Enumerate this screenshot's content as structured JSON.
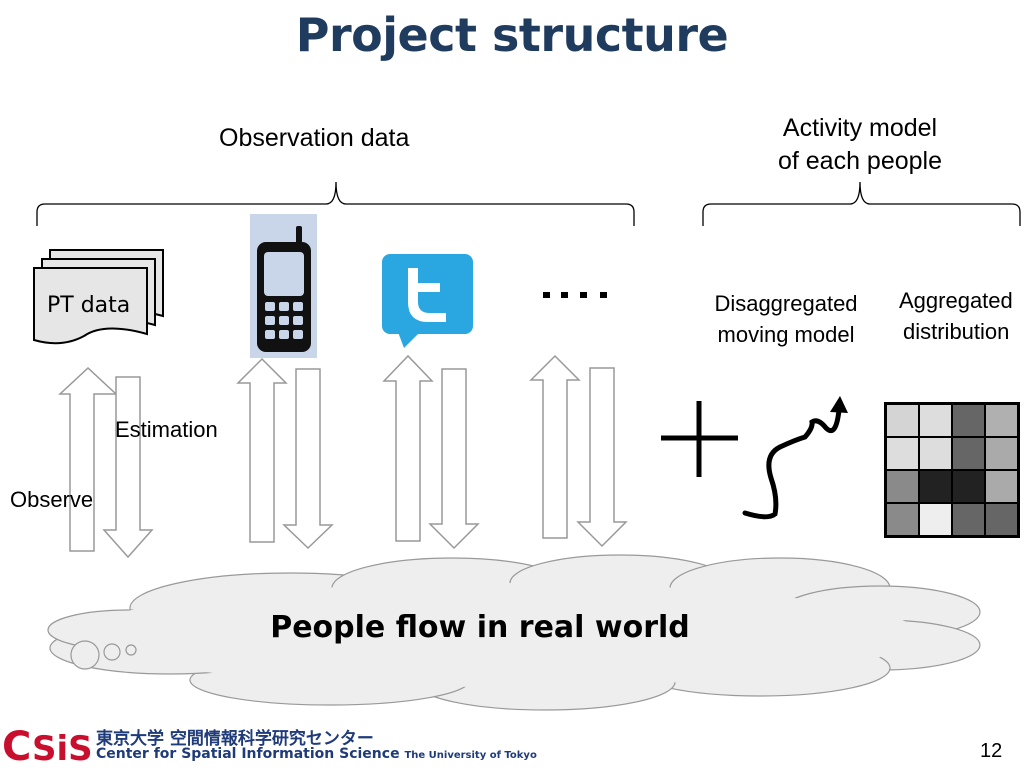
{
  "slide": {
    "title": "Project structure",
    "page_number": "12"
  },
  "observation": {
    "label": "Observation data",
    "pt_data_label": "PT data",
    "ellipsis": "….",
    "estimation_label": "Estimation",
    "observe_label": "Observe"
  },
  "activity": {
    "label_line1": "Activity model",
    "label_line2": "of each people",
    "disaggregated_line1": "Disaggregated",
    "disaggregated_line2": "moving model",
    "aggregated_line1": "Aggregated",
    "aggregated_line2": "distribution",
    "plus": "+"
  },
  "cloud": {
    "text": "People flow in real world"
  },
  "footer": {
    "logo_letters": "CSIS",
    "org_japanese": "東京大学 空間情報科学研究センター",
    "org_english": "Center for Spatial Information Science",
    "org_university": "The University of Tokyo"
  },
  "colors": {
    "title": "#1f3b5e",
    "logo_red": "#c8102e",
    "logo_blue": "#1f3b7a",
    "twitter_blue": "#2aa6e0",
    "phone_bg": "#c9d6ea"
  },
  "grid_shades": [
    [
      "#d4d4d4",
      "#dddddd",
      "#666666",
      "#b0b0b0"
    ],
    [
      "#dddddd",
      "#dddddd",
      "#666666",
      "#aaaaaa"
    ],
    [
      "#8a8a8a",
      "#222222",
      "#222222",
      "#aaaaaa"
    ],
    [
      "#8a8a8a",
      "#eeeeee",
      "#666666",
      "#666666"
    ]
  ]
}
